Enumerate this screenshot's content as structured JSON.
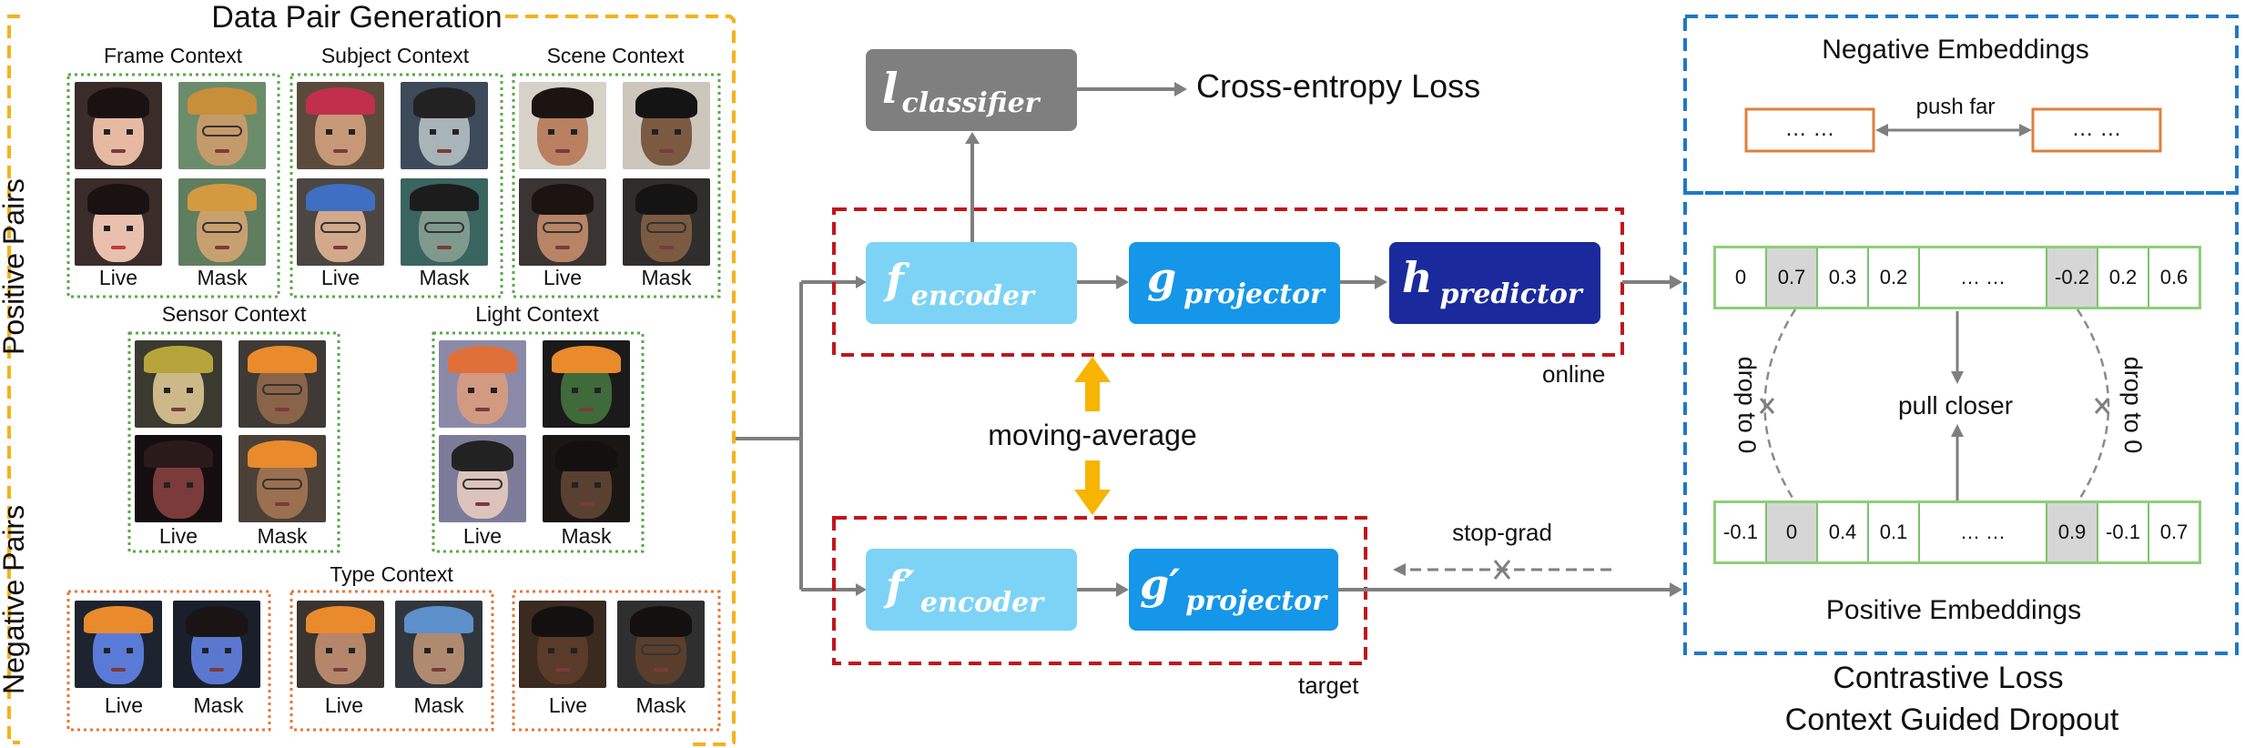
{
  "data_pair": {
    "title": "Data Pair Generation",
    "positive_label": "Positive Pairs",
    "negative_label": "Negative Pairs",
    "contexts": {
      "frame": "Frame Context",
      "subject": "Subject Context",
      "scene": "Scene Context",
      "sensor": "Sensor Context",
      "light": "Light Context",
      "type": "Type Context"
    },
    "live": "Live",
    "mask": "Mask"
  },
  "network": {
    "classifier_main": "l",
    "classifier_sub": "classifier",
    "ce_loss": "Cross-entropy Loss",
    "encoder_main": "f",
    "encoder_sub": "encoder",
    "projector_main": "g",
    "projector_sub": "projector",
    "predictor_main": "h",
    "predictor_sub": "predictor",
    "encoder_t_main": "f′",
    "projector_t_main": "g′",
    "online": "online",
    "target": "target",
    "moving_average": "moving-average",
    "stop_grad": "stop-grad"
  },
  "embeddings": {
    "negative_title": "Negative Embeddings",
    "push_far": "push far",
    "neg_left": "… …",
    "neg_right": "… …",
    "online_values": [
      "0",
      "0.7",
      "0.3",
      "0.2",
      "… …",
      "-0.2",
      "0.2",
      "0.6"
    ],
    "target_values": [
      "-0.1",
      "0",
      "0.4",
      "0.1",
      "… …",
      "0.9",
      "-0.1",
      "0.7"
    ],
    "drop_left": "drop to 0",
    "drop_right": "drop to 0",
    "pull_closer": "pull closer",
    "positive_title": "Positive Embeddings",
    "loss_line1": "Contrastive Loss",
    "loss_line2": "Context Guided Dropout"
  },
  "colors": {
    "yellow_border": "#f5b21a",
    "green_border": "#5aa845",
    "orange_border": "#e4773a",
    "light_blue": "#7dd3f5",
    "mid_blue": "#1596e8",
    "dark_blue": "#1a2a9c",
    "gray_box": "#7f7f7f",
    "red_dash": "#c0161c",
    "blue_dash": "#1f78c8",
    "emb_green": "#8ccf78",
    "emb_orange": "#e07f3a",
    "gold_arrow": "#f7b400"
  }
}
